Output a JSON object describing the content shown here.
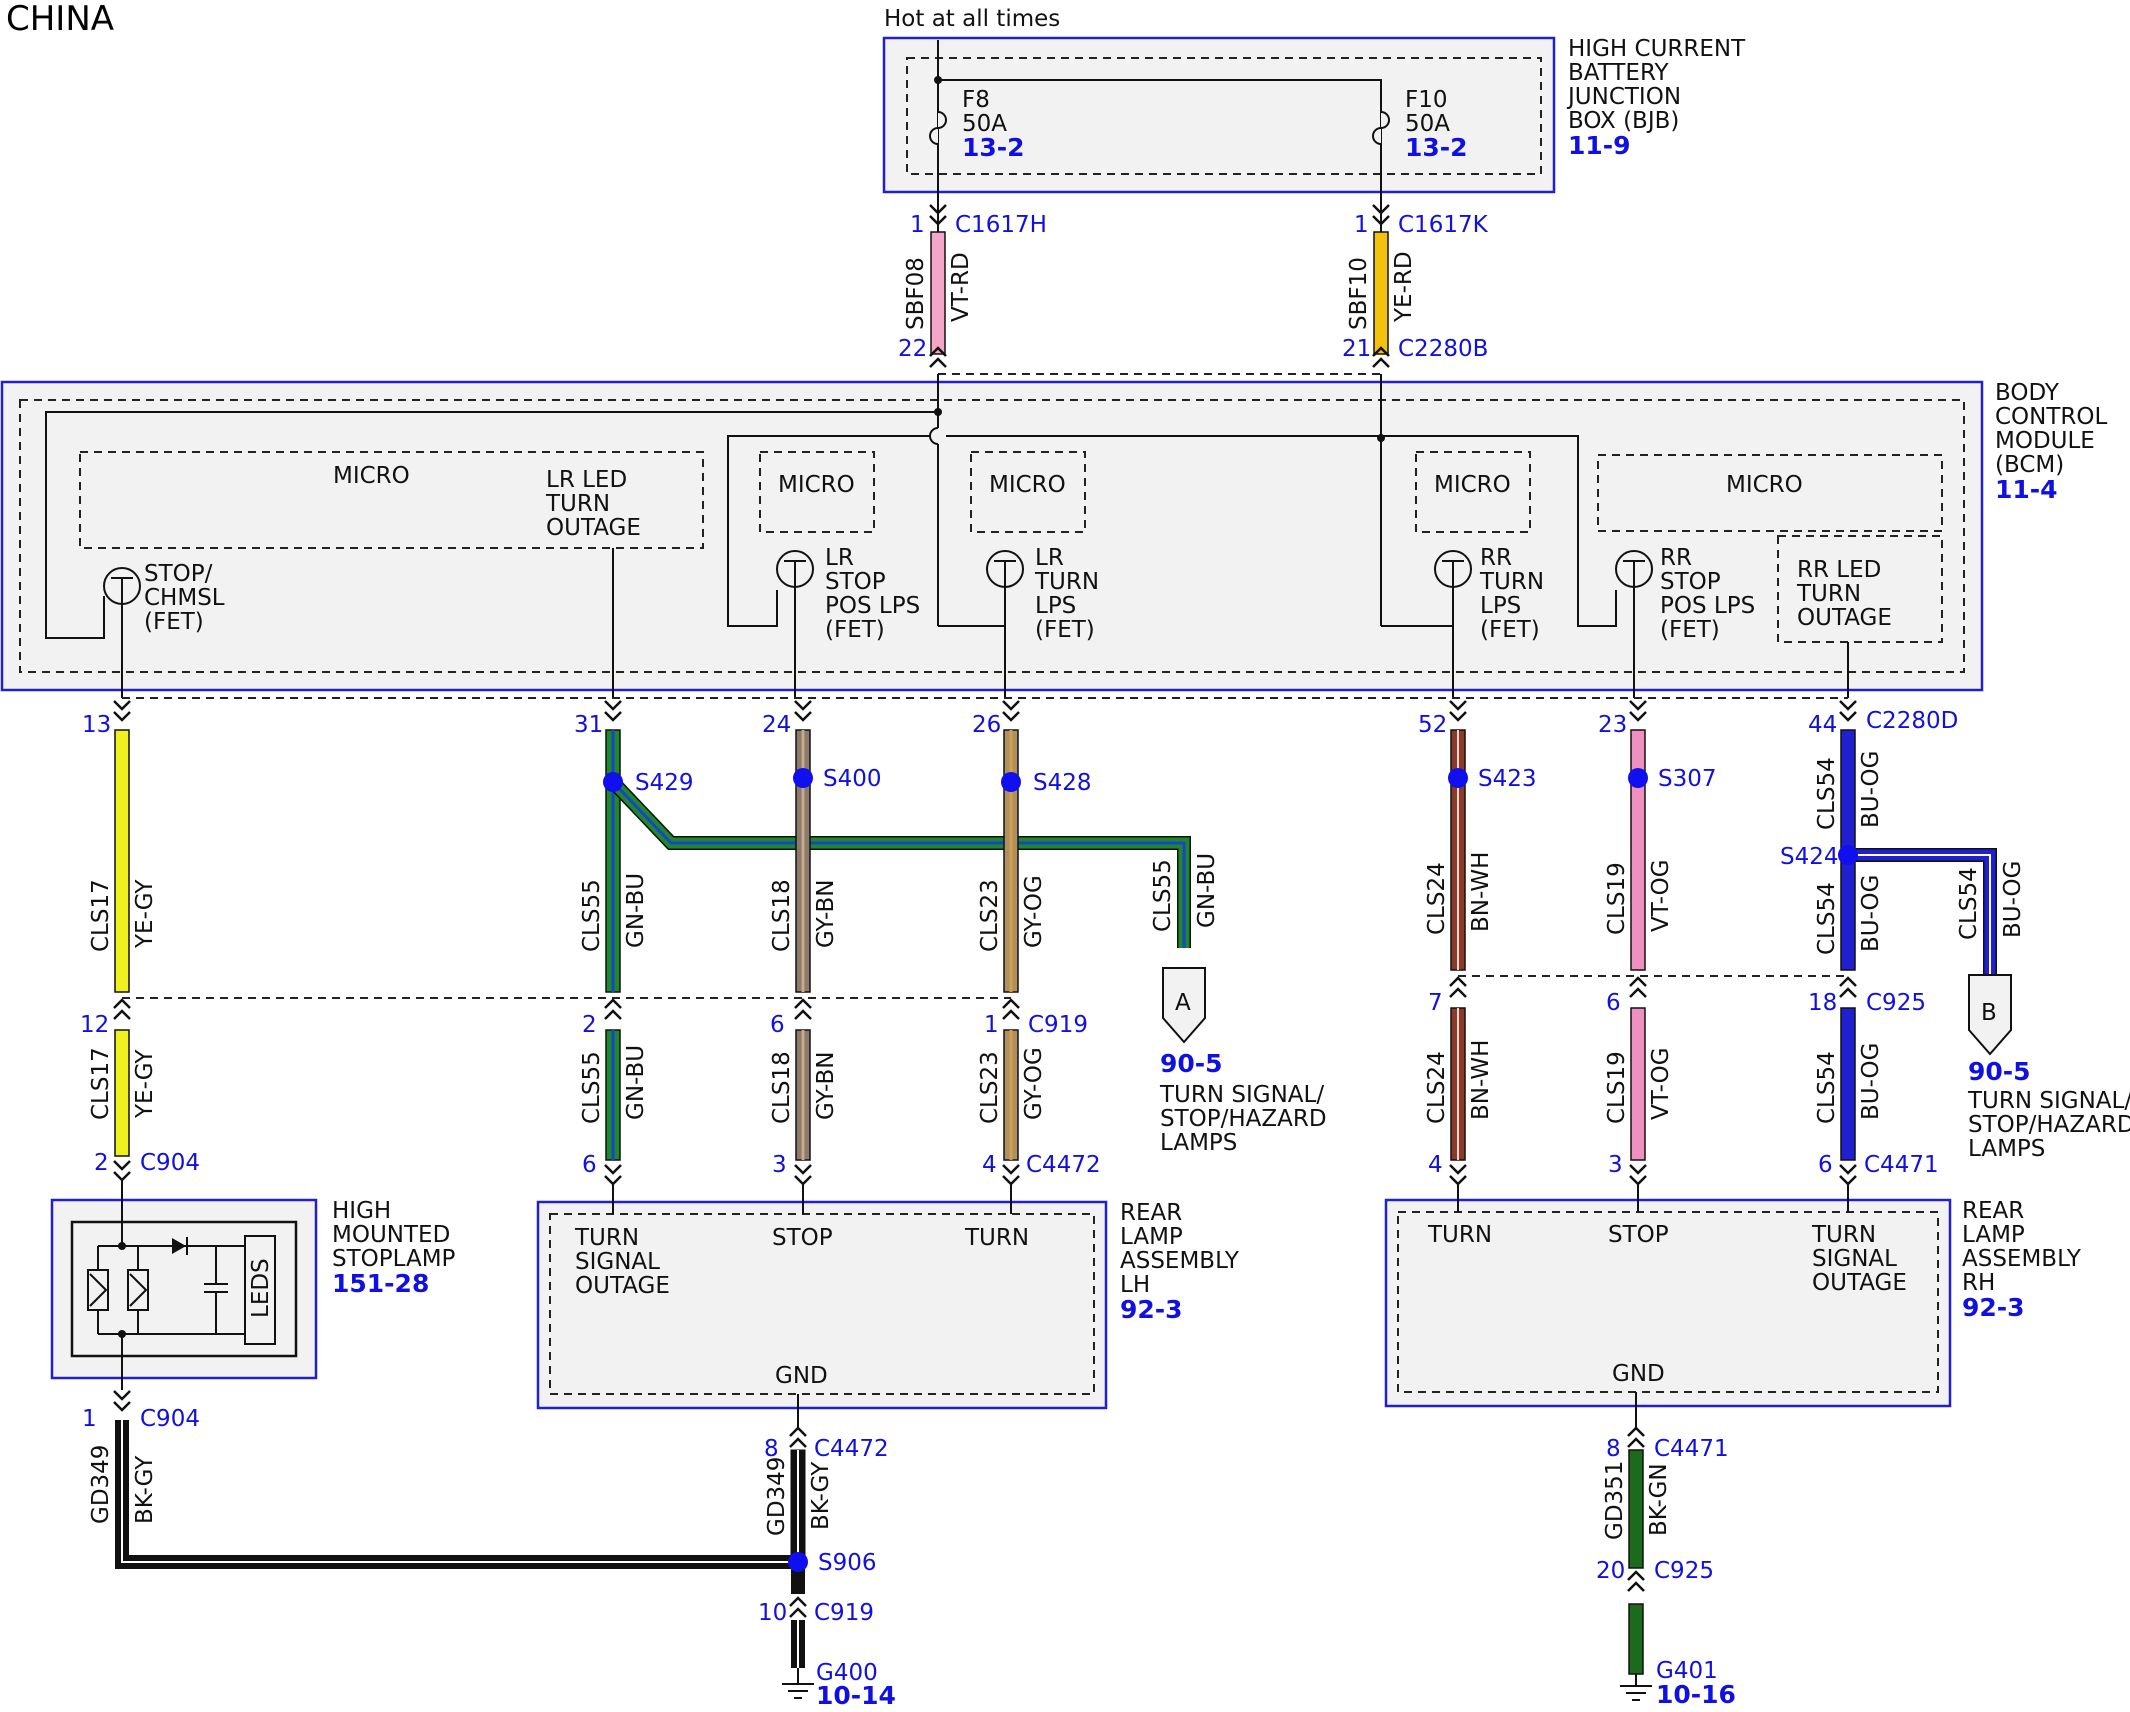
{
  "region": "CHINA",
  "hot_label": "Hot at all times",
  "colors": {
    "box_border": "#2020d0",
    "box_fill": "#f2f2f2",
    "pin_text": "#1010e0",
    "wire_VT-RD": "#f4a6c8",
    "wire_YE-RD": "#f4c20d",
    "wire_YE-GY": "#f0f020",
    "wire_GN-BU": "#1c8a2a",
    "wire_GY-BN": "#8c7a6a",
    "wire_GY-OG": "#b09060",
    "wire_BN-WH": "#8b3a2a",
    "wire_VT-OG": "#f090c0",
    "wire_BU-OG": "#2020d0",
    "wire_BK-GY": "#111111",
    "wire_BK-GN": "#1c6a1c"
  },
  "bjb": {
    "title": [
      "HIGH CURRENT",
      "BATTERY",
      "JUNCTION",
      "BOX (BJB)"
    ],
    "ref": "11-9",
    "fuses": [
      {
        "name": "F8",
        "rating": "50A",
        "ref": "13-2"
      },
      {
        "name": "F10",
        "rating": "50A",
        "ref": "13-2"
      }
    ]
  },
  "bcm": {
    "title": [
      "BODY",
      "CONTROL",
      "MODULE",
      "(BCM)"
    ],
    "ref": "11-4",
    "micro_label": "MICRO",
    "lr_led_turn_outage": [
      "LR LED",
      "TURN",
      "OUTAGE"
    ],
    "rr_led_turn_outage": [
      "RR LED",
      "TURN",
      "OUTAGE"
    ],
    "fets": [
      [
        "STOP/",
        "CHMSL",
        "(FET)"
      ],
      [
        "LR",
        "STOP",
        "POS LPS",
        "(FET)"
      ],
      [
        "LR",
        "TURN",
        "LPS",
        "(FET)"
      ],
      [
        "RR",
        "TURN",
        "LPS",
        "(FET)"
      ],
      [
        "RR",
        "STOP",
        "POS LPS",
        "(FET)"
      ]
    ]
  },
  "connectors": {
    "c1617h": "C1617H",
    "c1617k": "C1617K",
    "c2280b": "C2280B",
    "c2280d": "C2280D",
    "c919": "C919",
    "c925": "C925",
    "c904": "C904",
    "c4472": "C4472",
    "c4471": "C4471"
  },
  "pins": {
    "p1a": "1",
    "p1b": "1",
    "p22": "22",
    "p21": "21",
    "p13": "13",
    "p31": "31",
    "p24": "24",
    "p26": "26",
    "p52": "52",
    "p23": "23",
    "p44": "44",
    "p12": "12",
    "p2": "2",
    "p6a": "6",
    "p1c": "1",
    "p7": "7",
    "p6b": "6",
    "p18": "18",
    "p2b": "2",
    "p6c": "6",
    "p3a": "3",
    "p4a": "4",
    "p4b": "4",
    "p3b": "3",
    "p6d": "6",
    "p1d": "1",
    "p8a": "8",
    "p10": "10",
    "p8b": "8",
    "p20": "20"
  },
  "splices": {
    "s429": "S429",
    "s400": "S400",
    "s428": "S428",
    "s423": "S423",
    "s307": "S307",
    "s424": "S424",
    "s906": "S906"
  },
  "wires": {
    "sbf08": [
      "SBF08",
      "VT-RD"
    ],
    "sbf10": [
      "SBF10",
      "YE-RD"
    ],
    "cls17": [
      "CLS17",
      "YE-GY"
    ],
    "cls55": [
      "CLS55",
      "GN-BU"
    ],
    "cls18": [
      "CLS18",
      "GY-BN"
    ],
    "cls23": [
      "CLS23",
      "GY-OG"
    ],
    "cls24": [
      "CLS24",
      "BN-WH"
    ],
    "cls19": [
      "CLS19",
      "VT-OG"
    ],
    "cls54": [
      "CLS54",
      "BU-OG"
    ],
    "gd349": [
      "GD349",
      "BK-GY"
    ],
    "gd351": [
      "GD351",
      "BK-GN"
    ]
  },
  "offpage": [
    {
      "letter": "A",
      "ref": "90-5",
      "desc": [
        "TURN SIGNAL/",
        "STOP/HAZARD",
        "LAMPS"
      ]
    },
    {
      "letter": "B",
      "ref": "90-5",
      "desc": [
        "TURN SIGNAL/",
        "STOP/HAZARD",
        "LAMPS"
      ]
    }
  ],
  "hmsl": {
    "title": [
      "HIGH",
      "MOUNTED",
      "STOPLAMP"
    ],
    "ref": "151-28",
    "leds_label": "LEDS"
  },
  "rear_lh": {
    "title": [
      "REAR",
      "LAMP",
      "ASSEMBLY",
      "LH"
    ],
    "ref": "92-3",
    "turn_signal_outage": [
      "TURN",
      "SIGNAL",
      "OUTAGE"
    ],
    "stop": "STOP",
    "turn": "TURN",
    "gnd": "GND"
  },
  "rear_rh": {
    "title": [
      "REAR",
      "LAMP",
      "ASSEMBLY",
      "RH"
    ],
    "ref": "92-3",
    "turn": "TURN",
    "stop": "STOP",
    "turn_signal_outage": [
      "TURN",
      "SIGNAL",
      "OUTAGE"
    ],
    "gnd": "GND"
  },
  "grounds": [
    {
      "name": "G400",
      "ref": "10-14"
    },
    {
      "name": "G401",
      "ref": "10-16"
    }
  ]
}
